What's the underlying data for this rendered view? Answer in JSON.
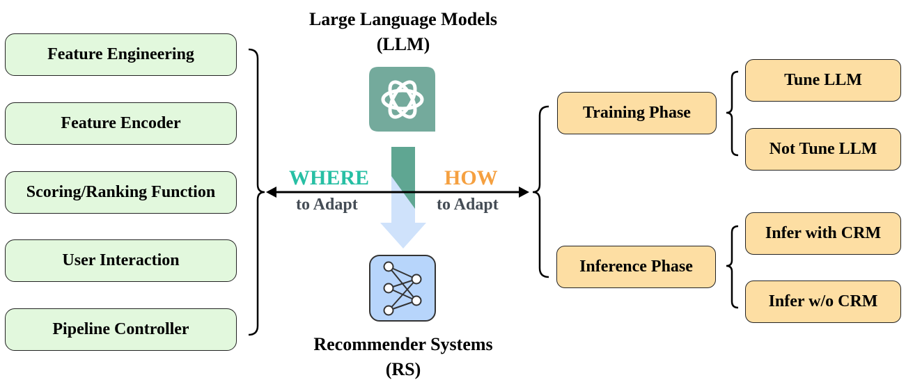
{
  "llm": {
    "title_line1": "Large Language Models",
    "title_line2": "(LLM)",
    "logo": "openai-knot-icon"
  },
  "rs": {
    "title_line1": "Recommender Systems",
    "title_line2": "(RS)",
    "logo": "neural-network-icon"
  },
  "where": {
    "keyword": "WHERE",
    "suffix": "to Adapt",
    "color": "#27bfa4"
  },
  "how": {
    "keyword": "HOW",
    "suffix": "to Adapt",
    "color": "#f5a040"
  },
  "where_items": [
    "Feature Engineering",
    "Feature Encoder",
    "Scoring/Ranking Function",
    "User Interaction",
    "Pipeline Controller"
  ],
  "how_phases": {
    "training": {
      "label": "Training Phase",
      "options": [
        "Tune LLM",
        "Not Tune LLM"
      ]
    },
    "inference": {
      "label": "Inference Phase",
      "options": [
        "Infer with CRM",
        "Infer w/o CRM"
      ]
    }
  },
  "colors": {
    "where_box": "#e2f8dd",
    "how_box": "#fddea3",
    "llm_logo": "#74aa9c",
    "rs_logo": "#b7d5fb",
    "down_arrow": "#cfe2fb"
  }
}
